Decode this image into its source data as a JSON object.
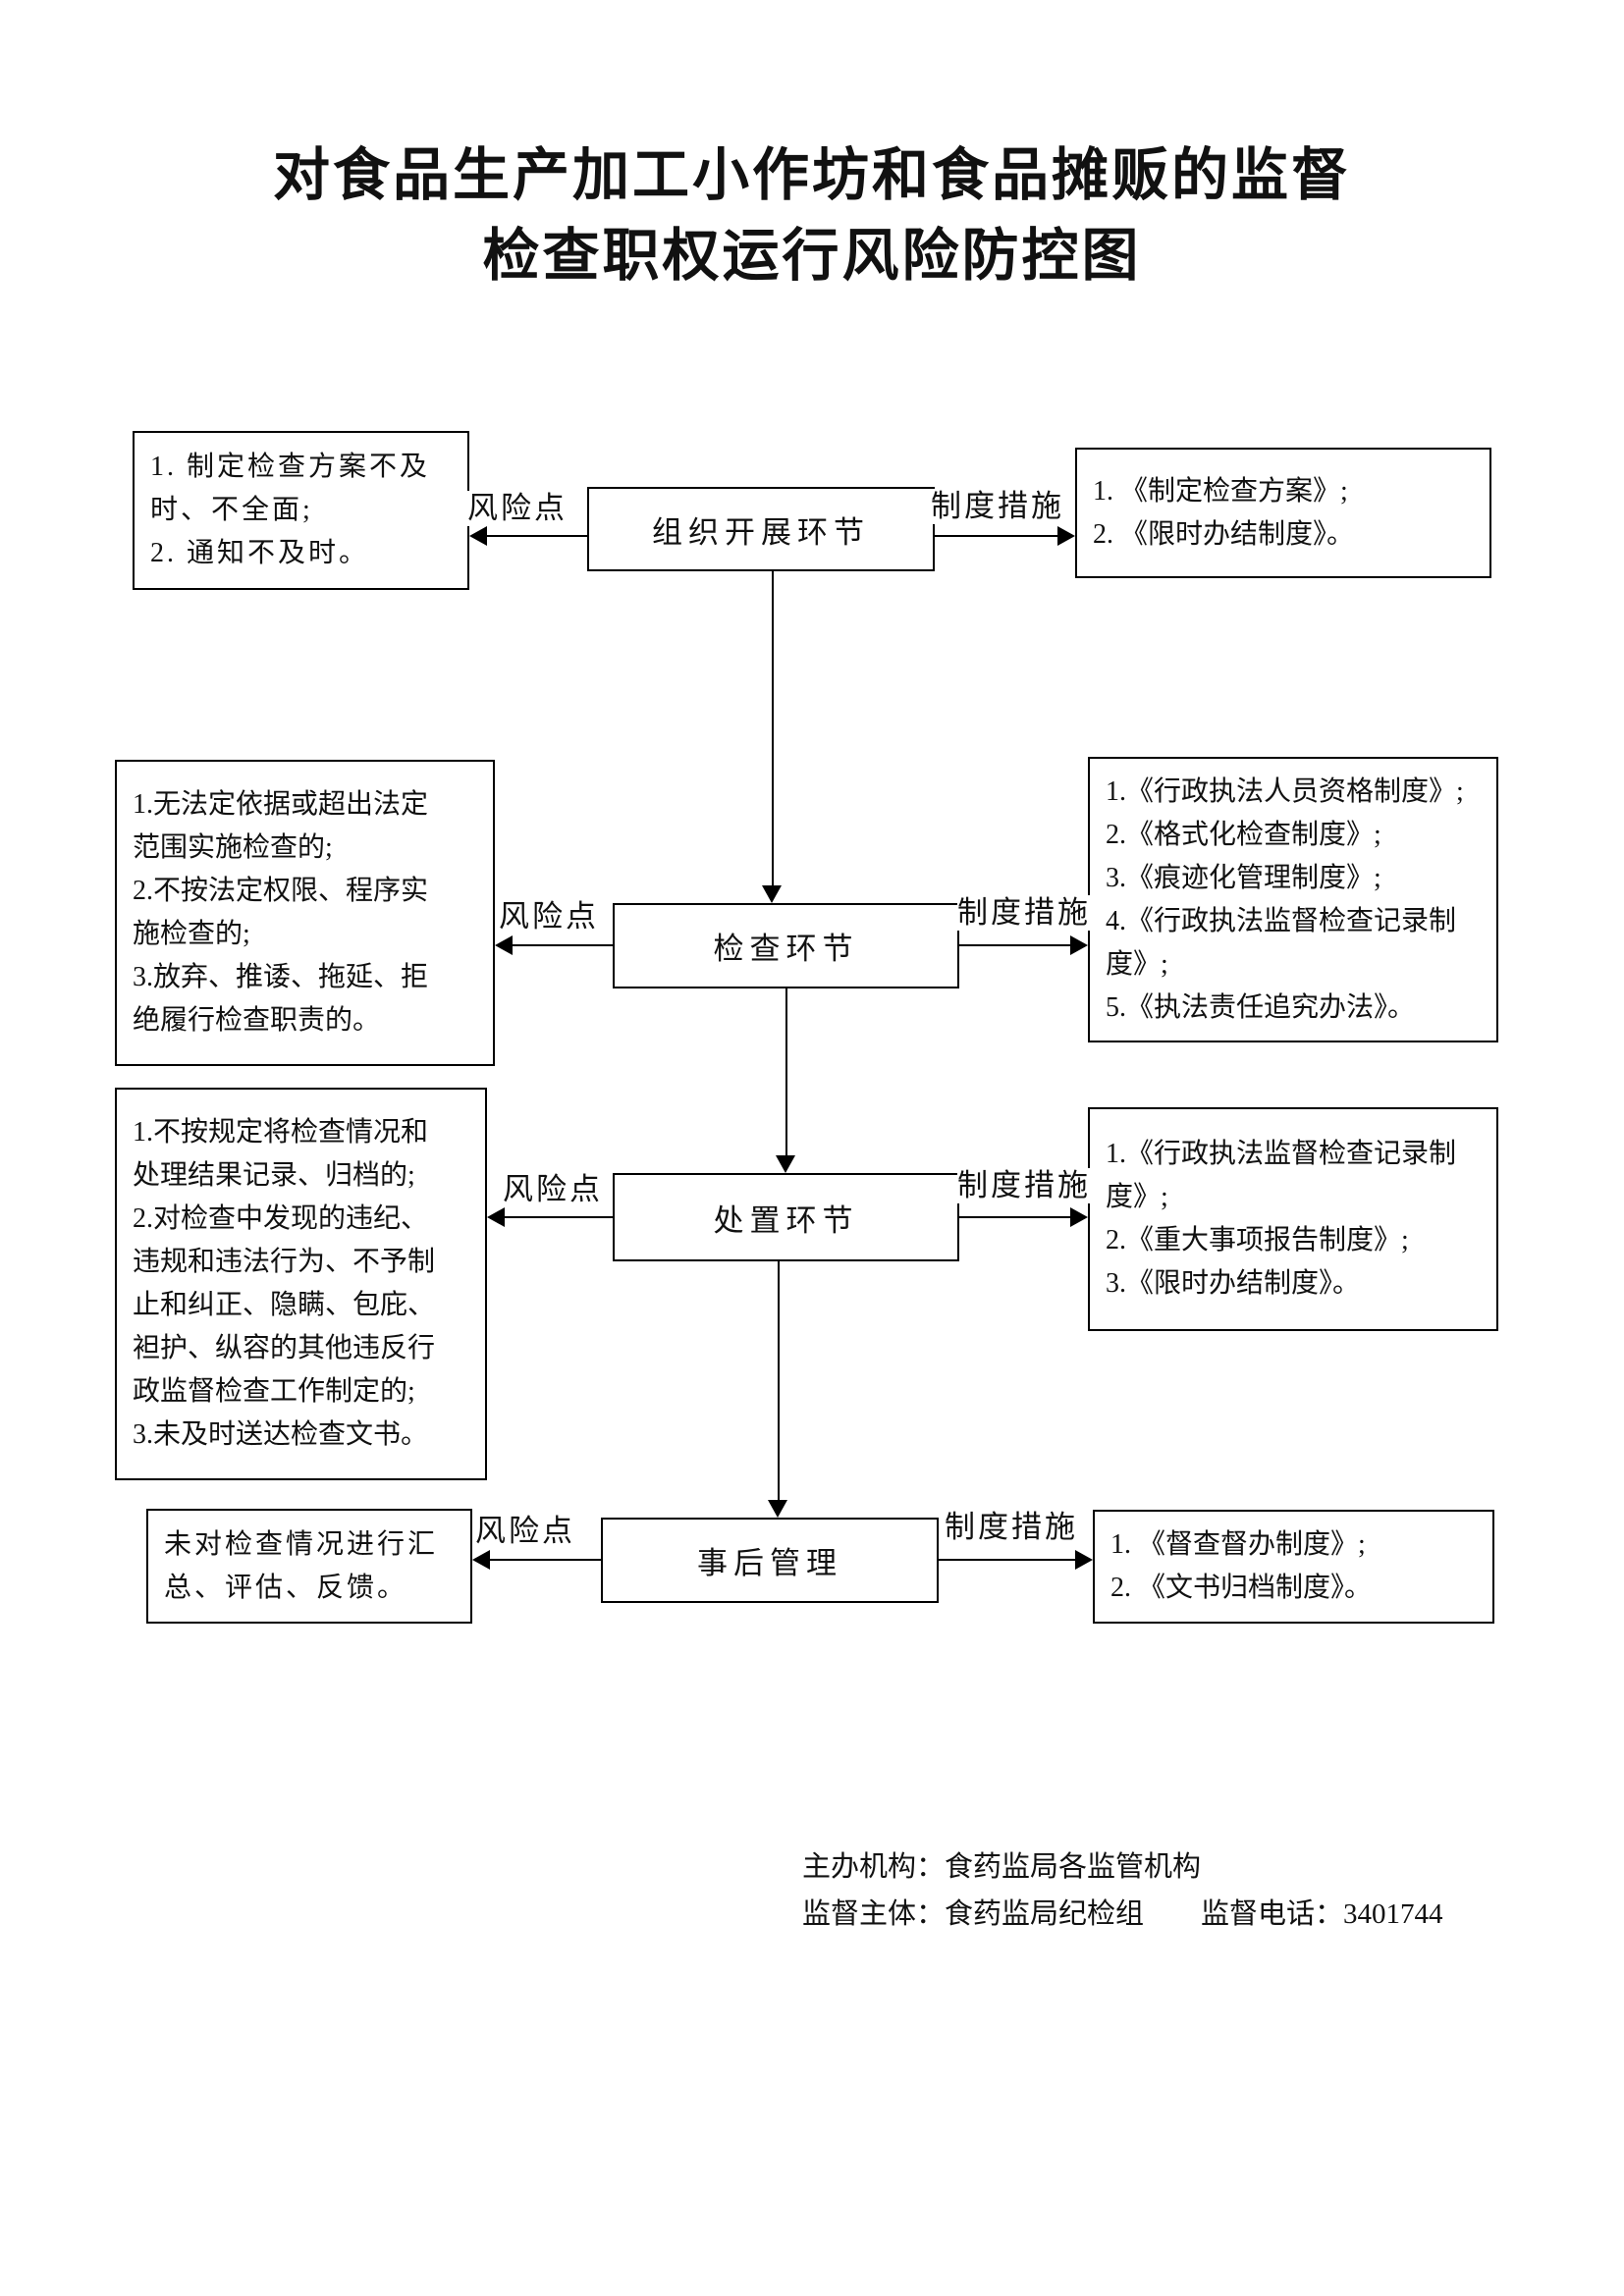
{
  "title": {
    "line1": "对食品生产加工小作坊和食品摊贩的监督",
    "line2": "检查职权运行风险防控图"
  },
  "labels": {
    "risk_point": "风险点",
    "measures": "制度措施"
  },
  "stages": [
    {
      "name": "组织开展环节",
      "risks": "1. 制定检查方案不及\n时、不全面;\n2. 通知不及时。",
      "measures": "1. 《制定检查方案》;\n2. 《限时办结制度》。"
    },
    {
      "name": "检查环节",
      "risks": "1.无法定依据或超出法定\n范围实施检查的;\n2.不按法定权限、程序实\n施检查的;\n3.放弃、推诿、拖延、拒\n绝履行检查职责的。",
      "measures": "1.《行政执法人员资格制度》;\n2.《格式化检查制度》;\n3.《痕迹化管理制度》;\n4.《行政执法监督检查记录制\n度》;\n5.《执法责任追究办法》。"
    },
    {
      "name": "处置环节",
      "risks": "1.不按规定将检查情况和\n处理结果记录、归档的;\n2.对检查中发现的违纪、\n违规和违法行为、不予制\n止和纠正、隐瞒、包庇、\n袒护、纵容的其他违反行\n政监督检查工作制定的;\n3.未及时送达检查文书。",
      "measures": "1.《行政执法监督检查记录制\n度》;\n2.《重大事项报告制度》;\n3.《限时办结制度》。"
    },
    {
      "name": "事后管理",
      "risks": "未对检查情况进行汇\n总、评估、反馈。",
      "measures": "1. 《督查督办制度》;\n2. 《文书归档制度》。"
    }
  ],
  "footer": {
    "line1": "主办机构：食药监局各监管机构",
    "line2": "监督主体：食药监局纪检组　　监督电话：3401744"
  }
}
